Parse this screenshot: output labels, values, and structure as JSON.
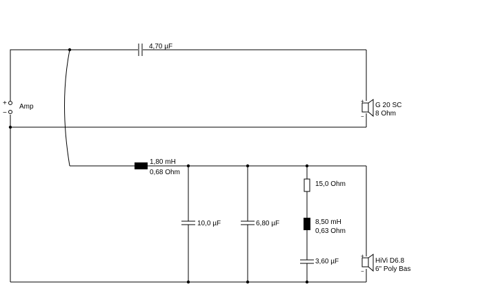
{
  "amp": {
    "label": "Amp",
    "plus": "+",
    "minus": "−"
  },
  "tweeter_branch": {
    "capacitor": "4,70 µF",
    "speaker_name": "G 20 SC",
    "speaker_impedance": "8 Ohm",
    "speaker_plus": "+",
    "speaker_minus": "−"
  },
  "woofer_branch": {
    "inductor_value": "1,80 mH",
    "inductor_resistance": "0,68 Ohm",
    "cap1": "10,0 µF",
    "cap2": "6,80 µF",
    "notch_resistor": "15,0 Ohm",
    "notch_inductor_value": "8,50 mH",
    "notch_inductor_resistance": "0,63 Ohm",
    "notch_capacitor": "3,60 µF",
    "speaker_name": "HiVi D6.8",
    "speaker_desc": "6\" Poly Bas",
    "speaker_plus": "+",
    "speaker_minus": "−"
  }
}
